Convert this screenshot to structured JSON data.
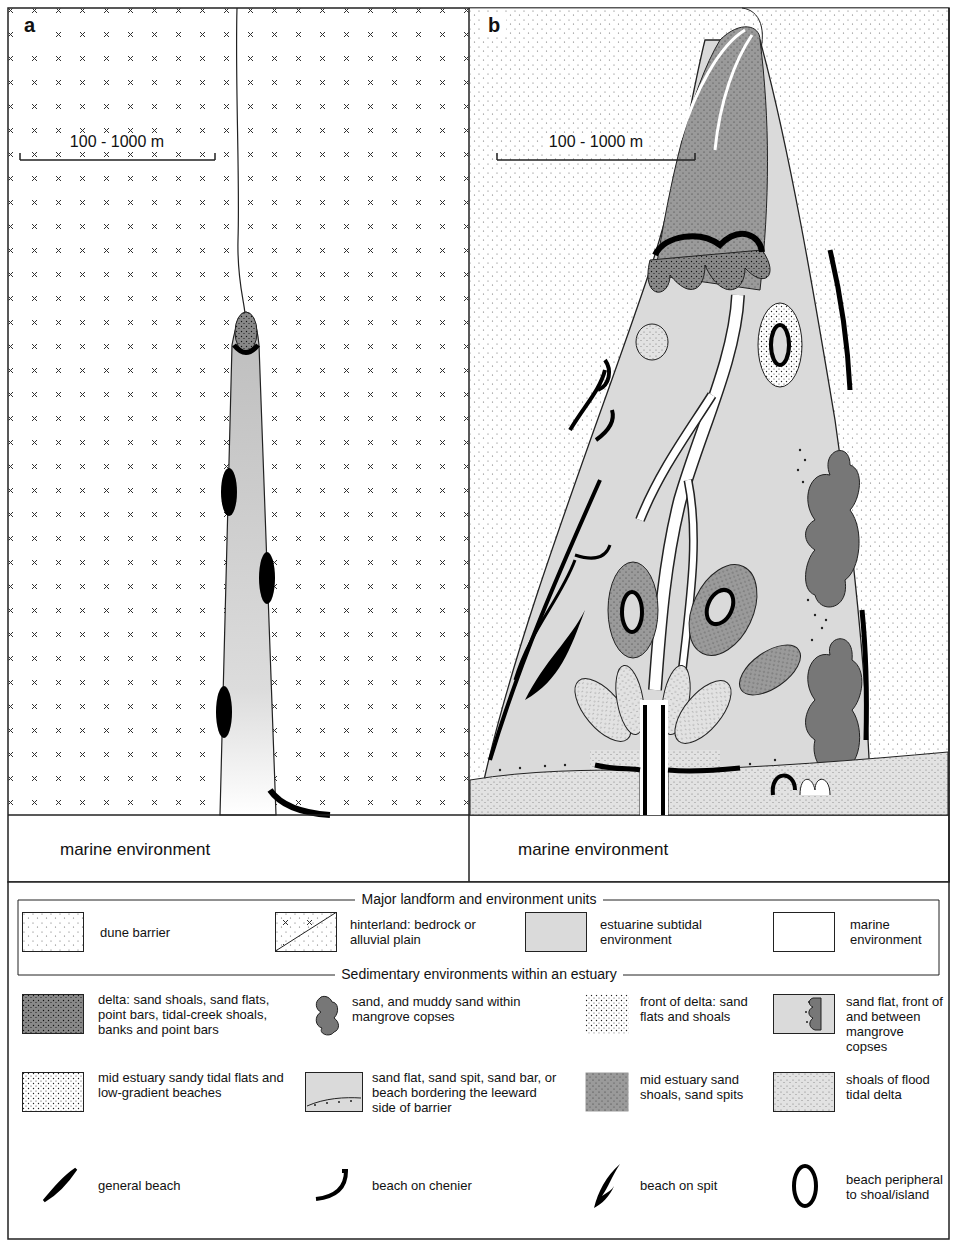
{
  "diagram": {
    "labels": [
      "a",
      "b",
      "100 - 1000 m",
      "100 - 1000 m",
      "marine environment",
      "marine environment",
      "Major landform and environment units",
      "Sedimentary environments within an estuary"
    ],
    "legend": [
      {
        "text": "dune barrier"
      },
      {
        "text": "hinterland: bedrock or alluvial plain"
      },
      {
        "text": "estuarine subtidal environment",
        "color": "#dadada"
      },
      {
        "text": "marine environment",
        "color": "#ffffff"
      },
      {
        "text": "delta: sand shoals, sand flats, point bars, tidal-creek shoals, banks and point bars"
      },
      {
        "text": "sand, and muddy sand within mangrove copses"
      },
      {
        "text": "front of delta: sand flats and shoals"
      },
      {
        "text": "sand flat, front of and between mangrove copses"
      },
      {
        "text": "mid estuary sandy tidal flats and low-gradient beaches"
      },
      {
        "text": "sand flat, sand spit, sand bar, or beach bordering the leeward side of barrier"
      },
      {
        "text": "mid estuary sand shoals, sand spits"
      },
      {
        "text": "shoals of flood tidal delta"
      },
      {
        "text": "general beach"
      },
      {
        "text": "beach on chenier"
      },
      {
        "text": "beach on spit"
      },
      {
        "text": "beach peripheral to shoal/island"
      }
    ]
  }
}
